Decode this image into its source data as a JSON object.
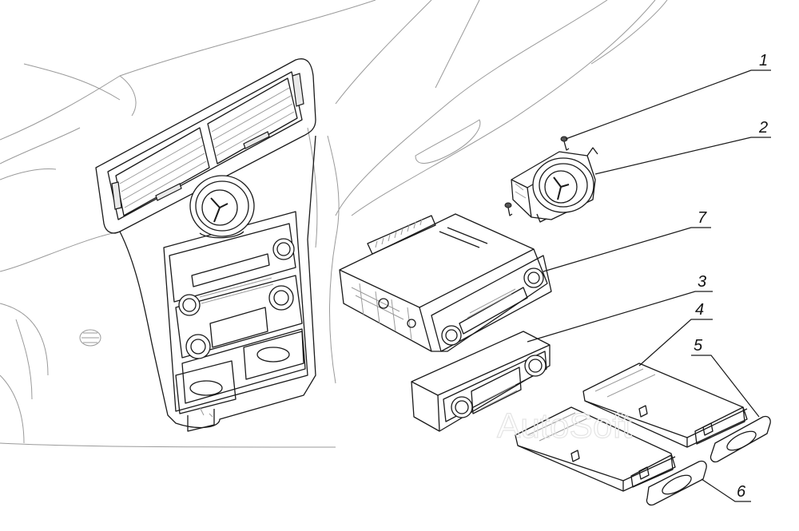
{
  "diagram": {
    "callouts": [
      {
        "id": "c1",
        "label": "1"
      },
      {
        "id": "c2",
        "label": "2"
      },
      {
        "id": "c7",
        "label": "7"
      },
      {
        "id": "c3",
        "label": "3"
      },
      {
        "id": "c4",
        "label": "4"
      },
      {
        "id": "c5",
        "label": "5"
      },
      {
        "id": "c6",
        "label": "6"
      }
    ],
    "watermark": "AutoSoft"
  }
}
